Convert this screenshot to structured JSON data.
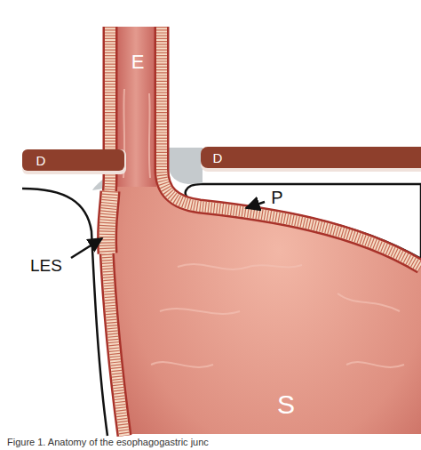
{
  "diagram": {
    "caption": "Figure 1. Anatomy of the esophagogastric junc",
    "labels": [
      "E",
      "D",
      "D",
      "P",
      "LES",
      "S"
    ]
  }
}
